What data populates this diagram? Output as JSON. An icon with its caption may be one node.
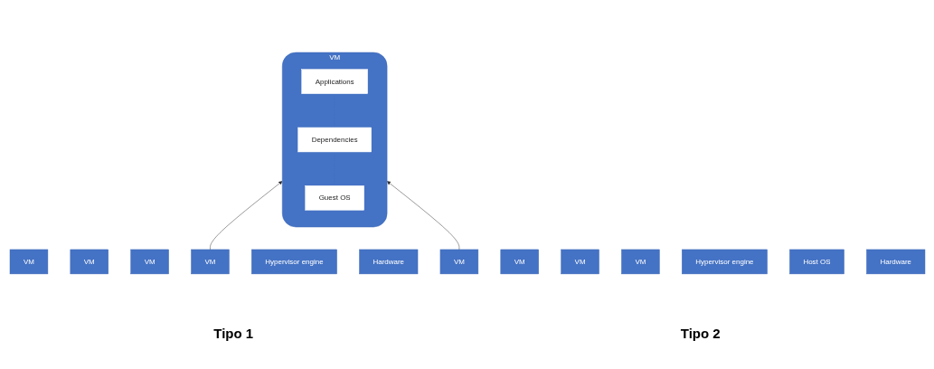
{
  "diagram": {
    "nodes": [
      {
        "text": [
          "VM"
        ]
      },
      {
        "text": [
          "Applications"
        ],
        "in": 0
      },
      {
        "text": [
          "Dependencies"
        ],
        "in": 0
      },
      {
        "text": [
          "Guest OS"
        ],
        "in": 0
      },
      {
        "text": [
          "VM"
        ]
      },
      {
        "text": [
          "VM"
        ]
      },
      {
        "text": [
          "VM"
        ]
      },
      {
        "text": [
          "VM"
        ]
      },
      {
        "text": [
          "Hypervisor engine"
        ]
      },
      {
        "text": [
          "Hardware"
        ]
      },
      {
        "text": [
          "VM"
        ]
      },
      {
        "text": [
          "VM"
        ]
      },
      {
        "text": [
          "VM"
        ]
      },
      {
        "text": [
          "VM"
        ]
      },
      {
        "text": [
          "Hypervisor engine"
        ]
      },
      {
        "text": [
          "Host OS"
        ]
      },
      {
        "text": [
          "Hardware"
        ]
      }
    ],
    "edges": [
      {
        "from": 7,
        "to": 0,
        "arrow": "to"
      },
      {
        "from": 10,
        "to": 0,
        "arrow": "to"
      }
    ],
    "labels": [
      "Tipo 1",
      "Tipo 2"
    ]
  }
}
